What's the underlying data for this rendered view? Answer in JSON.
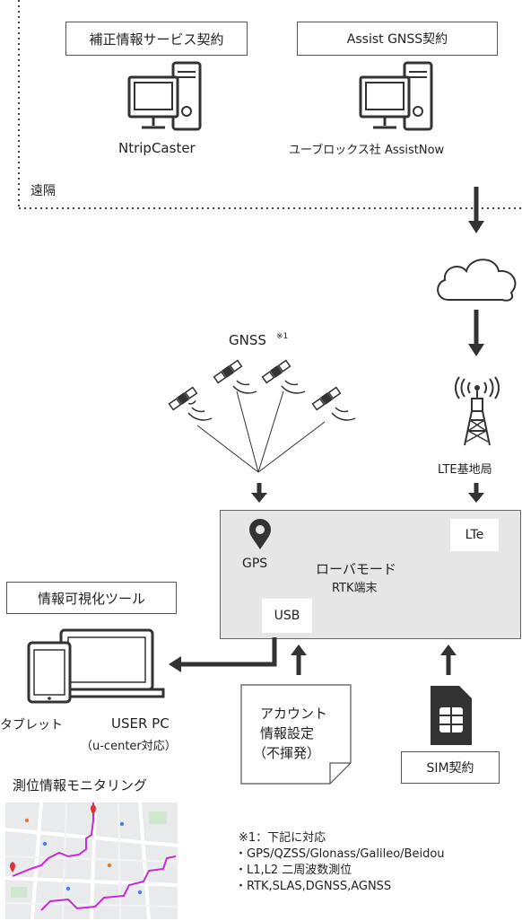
{
  "remote": {
    "contract_left": "補正情報サービス契約",
    "contract_right": "Assist GNSS契約",
    "server_left_label": "NtripCaster",
    "server_right_label": "ユーブロックス社 AssistNow",
    "zone_label": "遠隔"
  },
  "gnss": {
    "label": "GNSS",
    "footnote_mark": "※1"
  },
  "lte": {
    "station_label": "LTE基地局"
  },
  "rover": {
    "gps_label": "GPS",
    "lte_module": "LTe",
    "title": "ローバモード",
    "subtitle": "RTK端末",
    "usb_label": "USB"
  },
  "tool": {
    "title": "情報可視化ツール",
    "tablet_label": "タブレット",
    "pc_label": "USER PC",
    "pc_sub": "（u-center対応）"
  },
  "account": {
    "line1": "アカウント",
    "line2": "情報設定",
    "line3": "（不揮発）"
  },
  "sim": {
    "label": "SIM契約"
  },
  "monitor": {
    "title": "測位情報モニタリング"
  },
  "notes": {
    "heading": "※1：下記に対応",
    "items": [
      "・GPS/QZSS/Glonass/Galileo/Beidou",
      "・L1,L2 二周波数測位",
      "・RTK,SLAS,DGNSS,AGNSS"
    ]
  }
}
